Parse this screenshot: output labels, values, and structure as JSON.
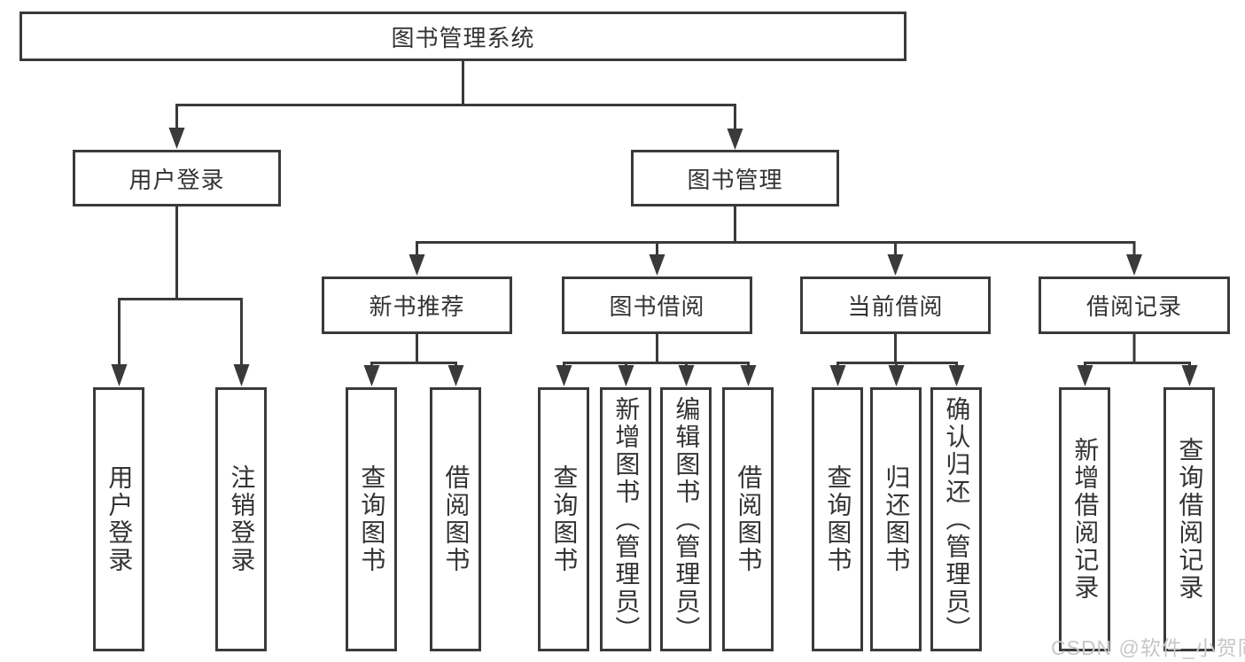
{
  "diagram": {
    "root": "图书管理系统",
    "login": {
      "label": "用户登录",
      "leaves": [
        "用户登录",
        "注销登录"
      ]
    },
    "manage": {
      "label": "图书管理",
      "sections": [
        {
          "label": "新书推荐",
          "leaves": [
            "查询图书",
            "借阅图书"
          ]
        },
        {
          "label": "图书借阅",
          "leaves": [
            "查询图书",
            "新增图书（管理员）",
            "编辑图书（管理员）",
            "借阅图书"
          ]
        },
        {
          "label": "当前借阅",
          "leaves": [
            "查询图书",
            "归还图书",
            "确认归还（管理员）"
          ]
        },
        {
          "label": "借阅记录",
          "leaves": [
            "新增借阅记录",
            "查询借阅记录"
          ]
        }
      ]
    }
  },
  "watermark": "CSDN @软件_小贺同学",
  "colors": {
    "line": "#3a3a3a",
    "text": "#333333",
    "box-bg": "#ffffff",
    "watermark": "#c7c7c7",
    "background": "#ffffff"
  }
}
